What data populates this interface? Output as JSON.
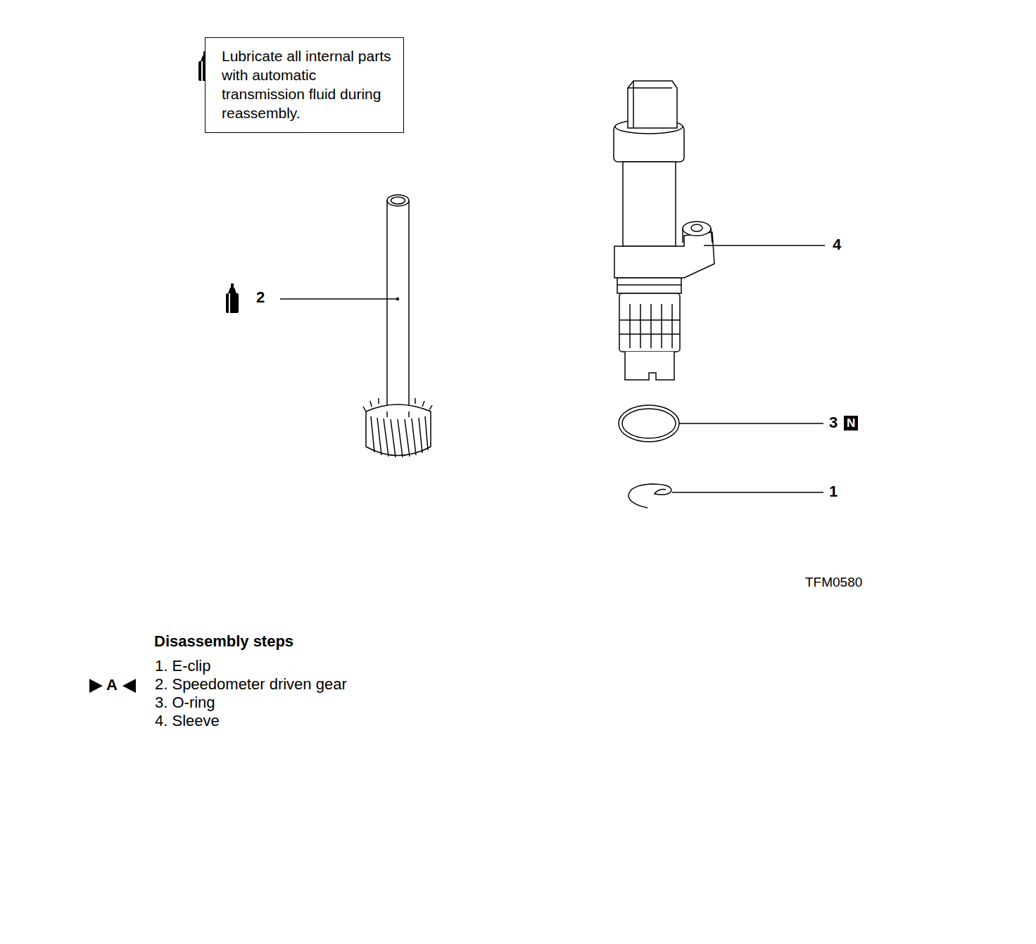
{
  "diagram": {
    "nodes": [
      {
        "text": [
          "Lubricate all internal parts with automatic transmission fluid during reassembly."
        ]
      },
      {
        "text": [
          "N"
        ]
      }
    ],
    "labels": [
      "2",
      "4",
      "3",
      "1",
      "TFM0580",
      "Disassembly steps",
      "A",
      "1. E-clip",
      "2. Speedometer driven gear",
      "3. O-ring",
      "4. Sleeve"
    ]
  }
}
